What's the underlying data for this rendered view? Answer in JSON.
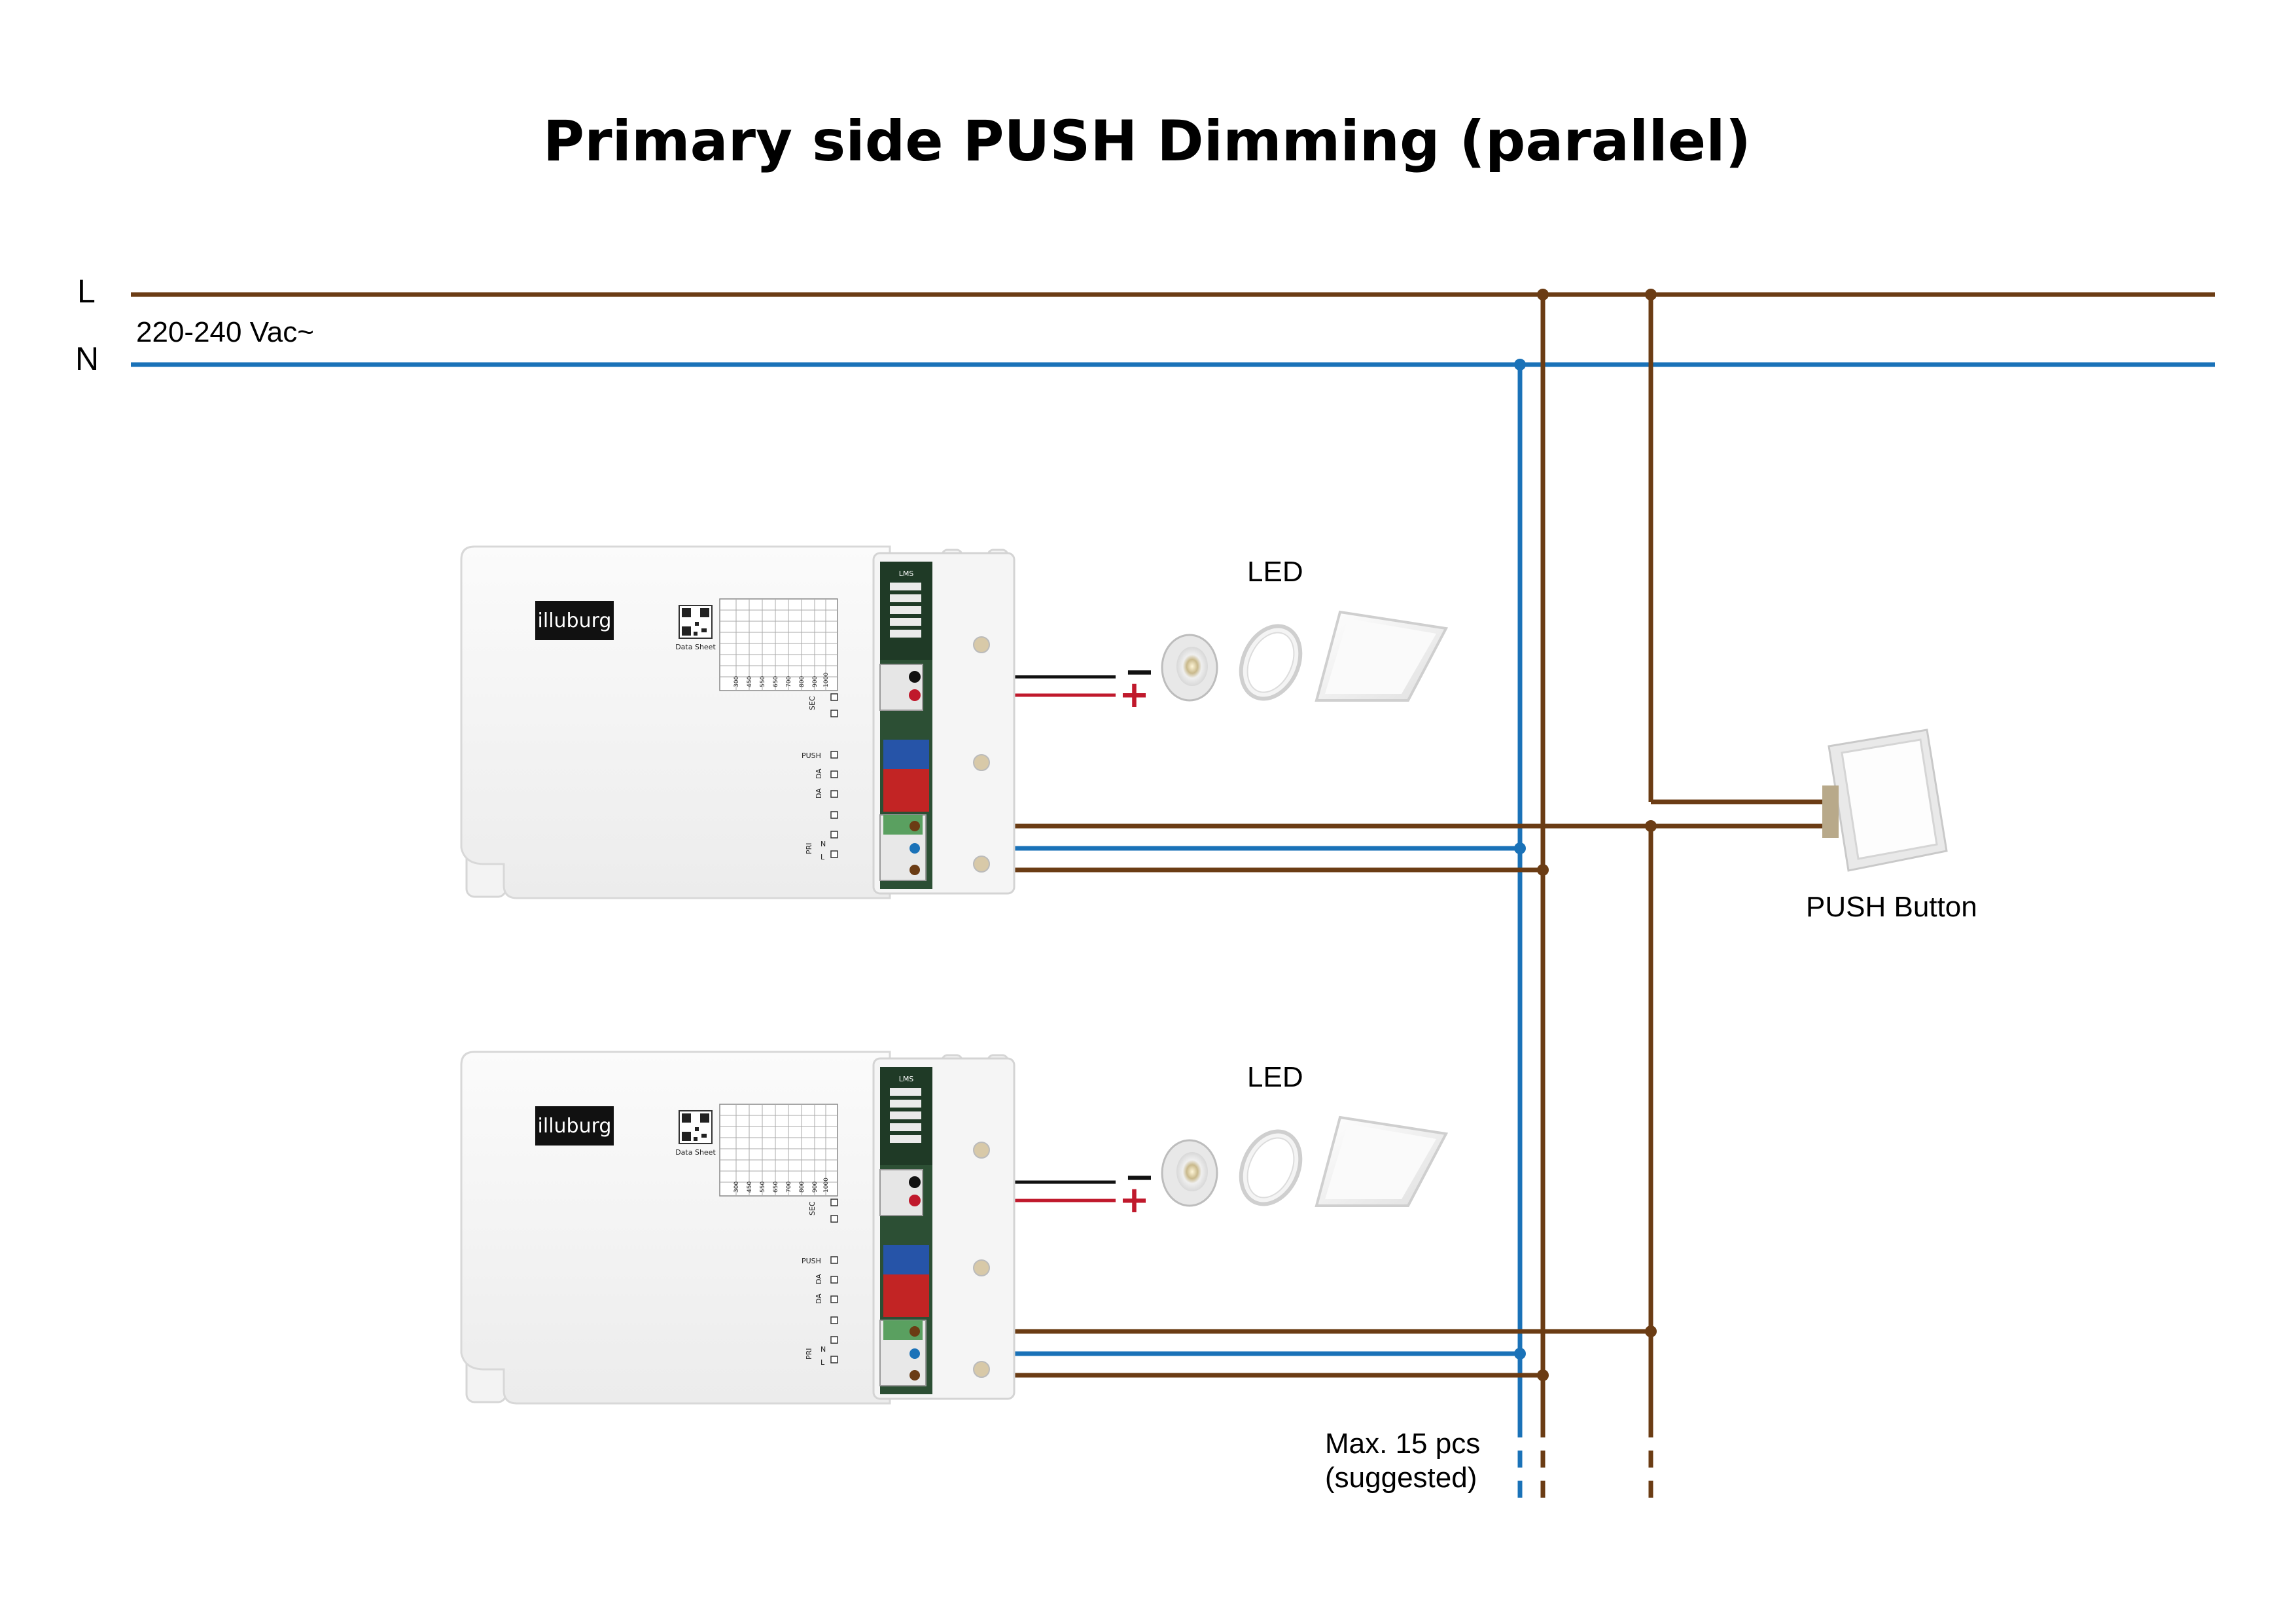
{
  "title": "Primary side PUSH Dimming (parallel)",
  "mains": {
    "line_label": "L",
    "neutral_label": "N",
    "voltage": "220-240 Vac~"
  },
  "colors": {
    "line": "#6b3c14",
    "neutral": "#1a72b8",
    "secondary_negative": "#111111",
    "secondary_positive": "#c0192c"
  },
  "drivers": [
    {
      "brand": "illuburg",
      "data_sheet_label": "Data Sheet",
      "lms_label": "LMS",
      "push_label": "PUSH",
      "da_label": "DA",
      "sec_label": "SEC",
      "pri_label": "PRI",
      "terminal_letters": [
        "L",
        "N"
      ],
      "output_currents": [
        "300",
        "450",
        "550",
        "650",
        "700",
        "800",
        "900",
        "1000"
      ],
      "led_label": "LED",
      "minus_sign": "−",
      "plus_sign": "+"
    },
    {
      "brand": "illuburg",
      "data_sheet_label": "Data Sheet",
      "lms_label": "LMS",
      "push_label": "PUSH",
      "da_label": "DA",
      "sec_label": "SEC",
      "pri_label": "PRI",
      "terminal_letters": [
        "L",
        "N"
      ],
      "output_currents": [
        "300",
        "450",
        "550",
        "650",
        "700",
        "800",
        "900",
        "1000"
      ],
      "led_label": "LED",
      "minus_sign": "−",
      "plus_sign": "+"
    }
  ],
  "push_button_label": "PUSH Button",
  "max_note": [
    "Max. 15 pcs",
    "(suggested)"
  ]
}
